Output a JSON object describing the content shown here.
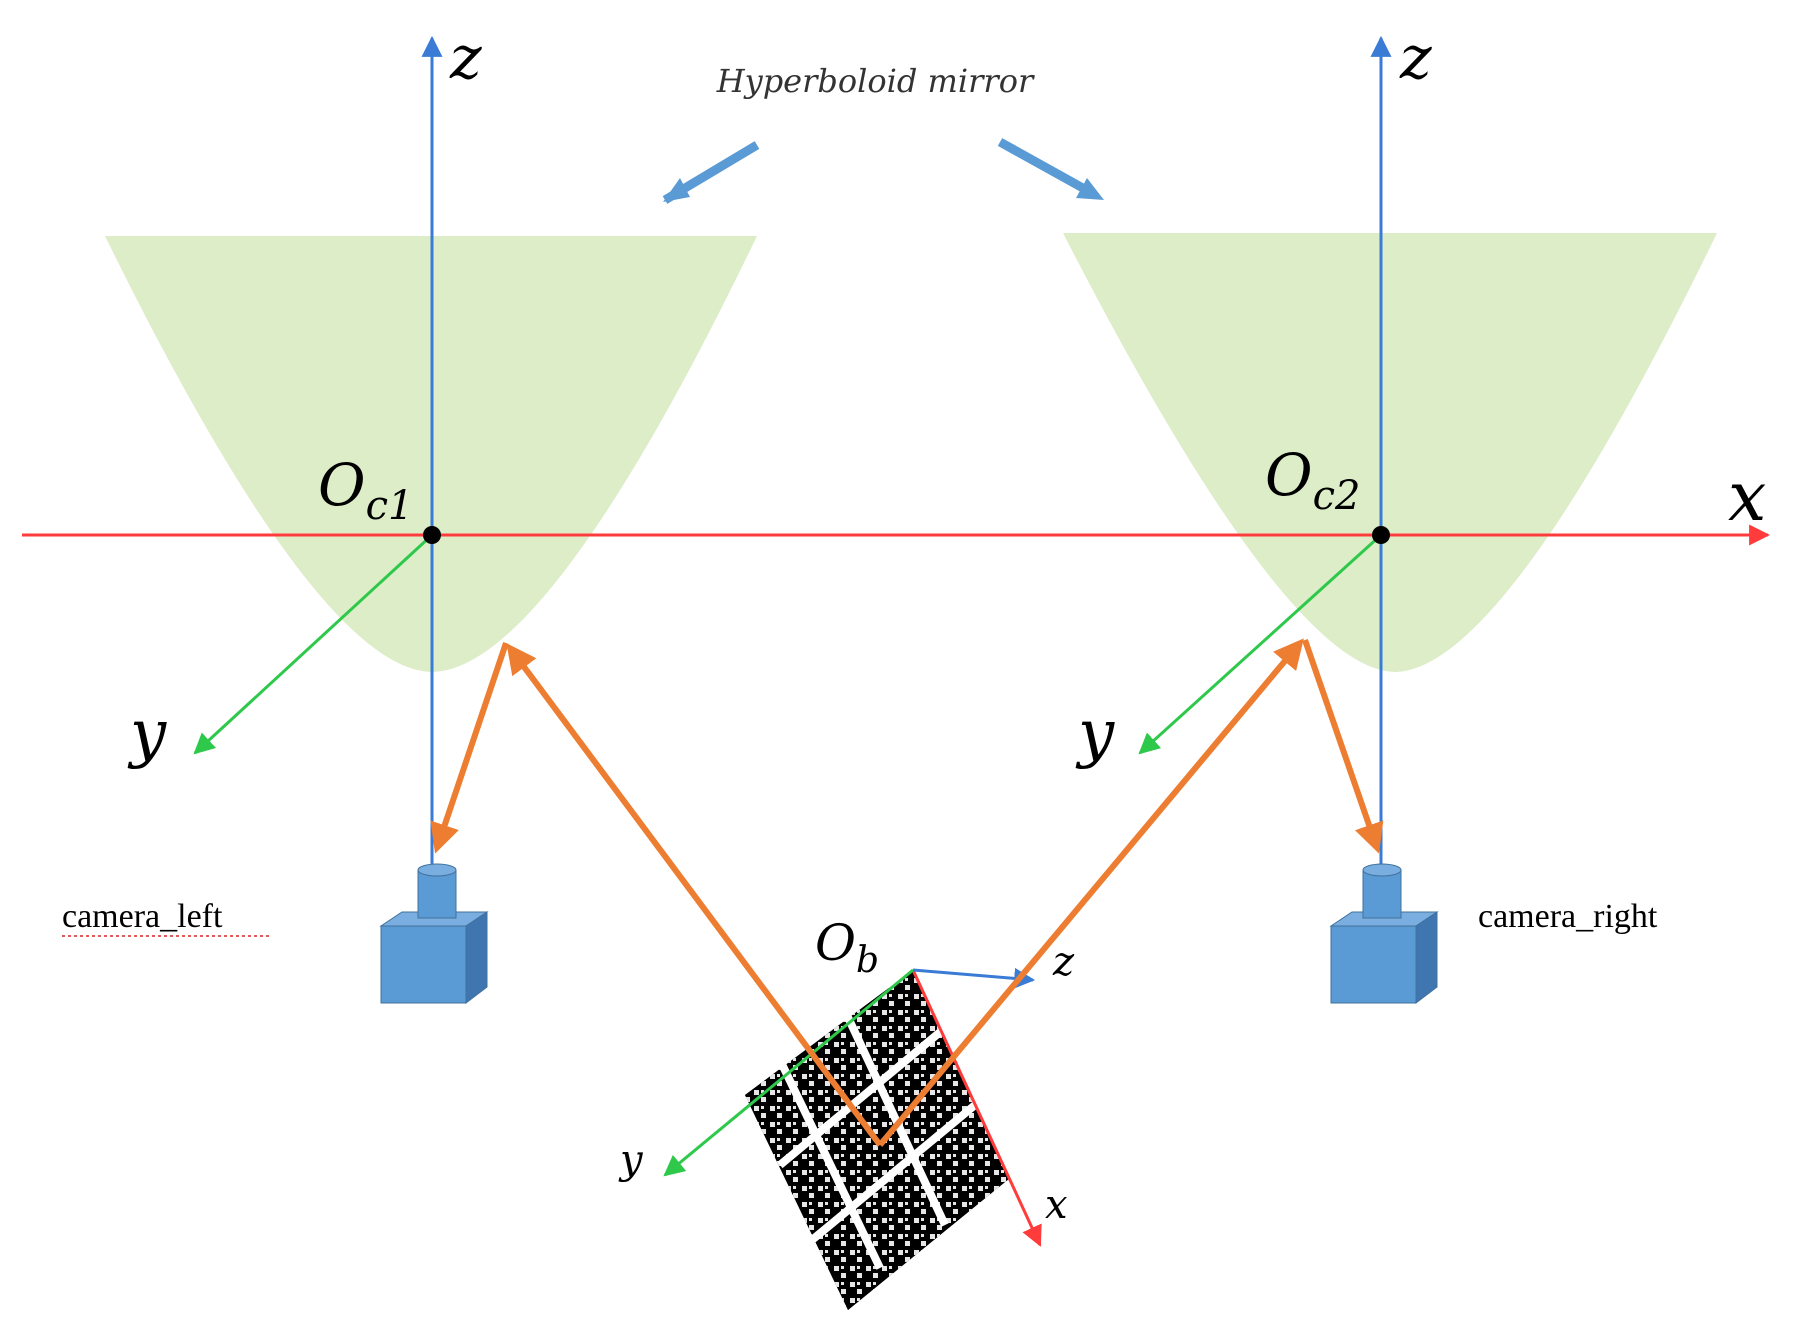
{
  "caption": {
    "mirror": "Hyperboloid mirror"
  },
  "labels": {
    "left_z": "z",
    "right_z": "z",
    "x_axis": "x",
    "left_y": "y",
    "right_y": "y",
    "oc1_main": "O",
    "oc1_sub": "c1",
    "oc2_main": "O",
    "oc2_sub": "c2",
    "ob_main": "O",
    "ob_sub": "b",
    "board_z": "z",
    "board_y": "y",
    "board_x": "x",
    "camera_left": "camera_left",
    "camera_right": "camera_right"
  },
  "colors": {
    "z_axis": "#3a7bd5",
    "x_axis": "#ff3b3b",
    "y_axis": "#2ec84a",
    "ray": "#ed7d31",
    "mirror": "#dcedc8",
    "camera": "#5b9bd5",
    "pointer": "#5b9bd5"
  }
}
